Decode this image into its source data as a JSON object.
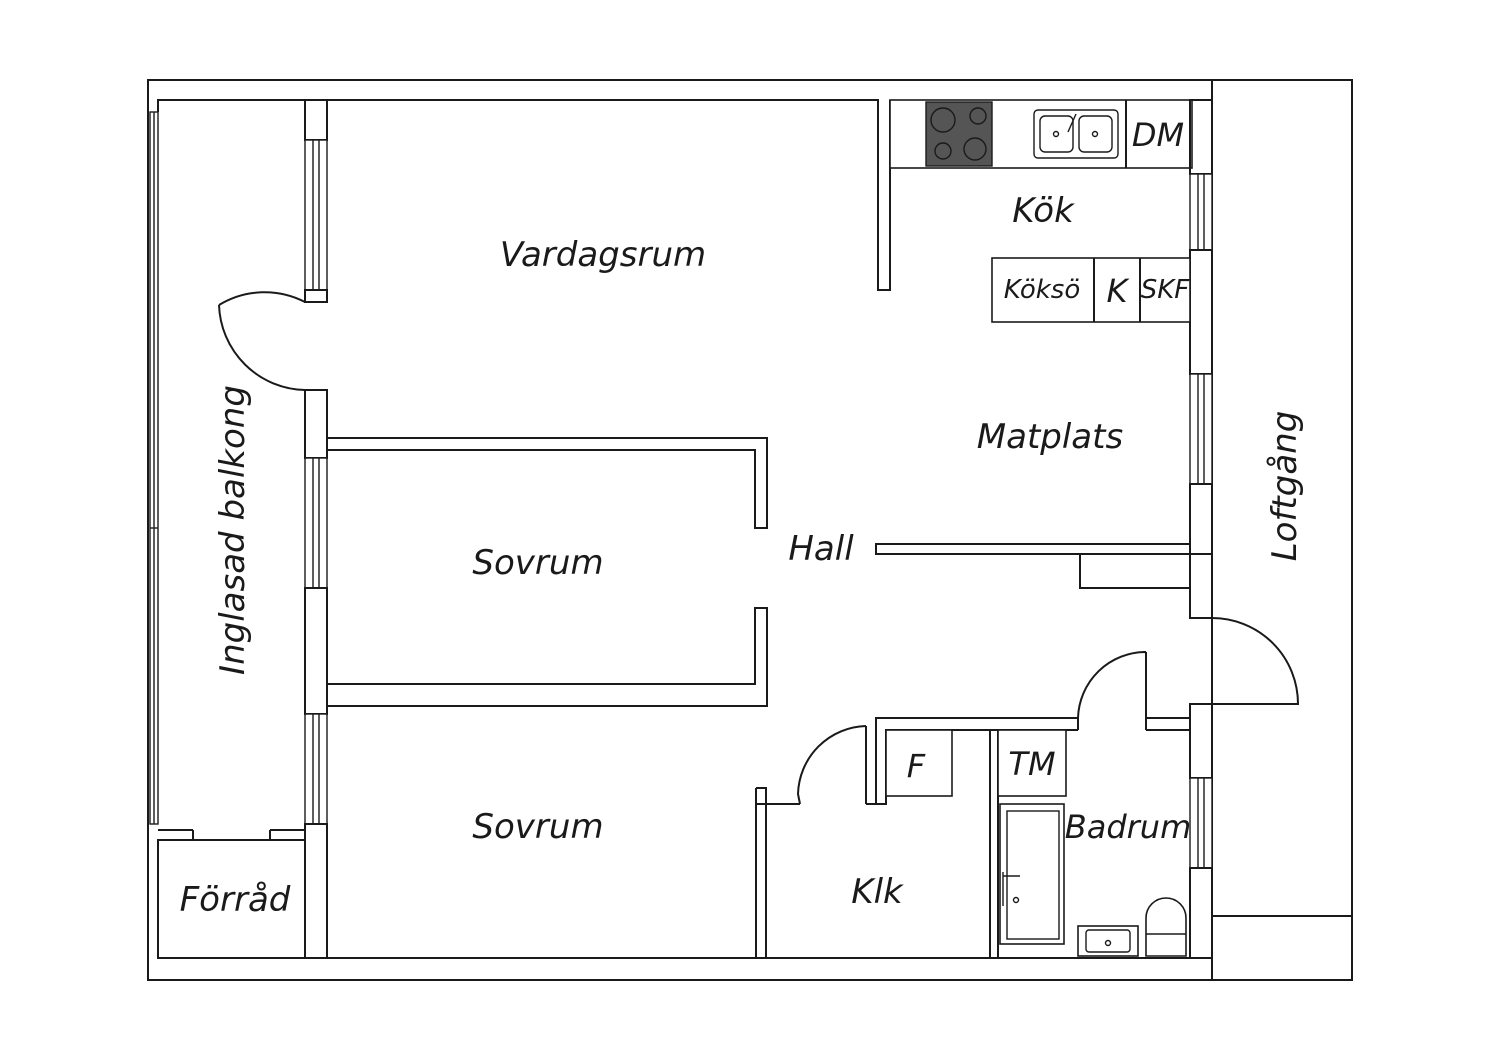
{
  "colors": {
    "ink": "#1a1a1a",
    "background": "#ffffff",
    "stove_top": "#555555"
  },
  "rooms": {
    "vardagsrum": "Vardagsrum",
    "kok": "Kök",
    "matplats": "Matplats",
    "hall": "Hall",
    "sovrum_1": "Sovrum",
    "sovrum_2": "Sovrum",
    "klk": "Klk",
    "badrum": "Badrum",
    "forrad": "Förråd",
    "balkong": "Inglasad balkong",
    "loftgang": "Loftgång"
  },
  "fixtures": {
    "dishwasher": "DM",
    "kitchen_island": "Köksö",
    "fridge": "K",
    "cabinet": "SKF",
    "wardrobe": "F",
    "washer": "TM"
  }
}
